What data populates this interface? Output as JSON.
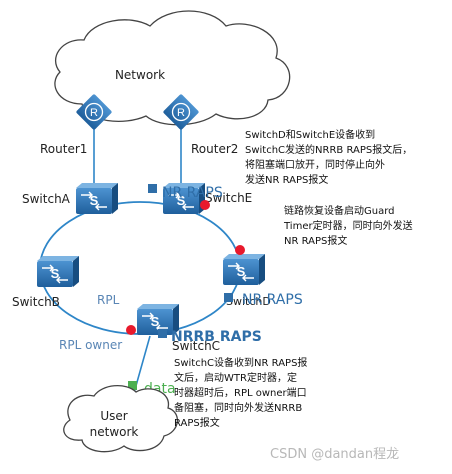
{
  "labels": {
    "network": "Network",
    "router1": "Router1",
    "router2": "Router2",
    "switch_a": "SwitchA",
    "switch_b": "SwitchB",
    "switch_c": "SwitchC",
    "switch_d": "SwitchD",
    "switch_e": "SwitchE",
    "rpl": "RPL",
    "rpl_owner": "RPL owner",
    "user_network_line1": "User",
    "user_network_line2": "network",
    "router_glyph": "R",
    "switch_glyph": "S"
  },
  "packets": {
    "nr_raps_top": "NR RAPS",
    "nr_raps_right": "NR RAPS",
    "nrrb_raps": "NRRB RAPS",
    "data": "data"
  },
  "annotations": {
    "note_top": [
      "SwitchD和SwitchE设备收到",
      "SwitchC发送的NRRB RAPS报文后，",
      "将阻塞端口放开，同时停止向外",
      "发送NR RAPS报文"
    ],
    "note_middle": [
      "链路恢复设备启动Guard",
      "Timer定时器，同时向外发送",
      "NR RAPS报文"
    ],
    "note_bottom": [
      "SwitchC设备收到NR RAPS报",
      "文后，启动WTR定时器，定",
      "时器超时后，RPL owner端口",
      "备阻塞，同时向外发送NRRB",
      "RAPS报文"
    ]
  },
  "watermark": "CSDN @dandan程龙",
  "colors": {
    "device_blue": "#2a74b8",
    "ring_blue": "#2e86c8",
    "packet_blue": "#2f6ea8",
    "fault_red": "#e8192c",
    "data_green": "#4caf50",
    "cloud_stroke": "#444444"
  }
}
